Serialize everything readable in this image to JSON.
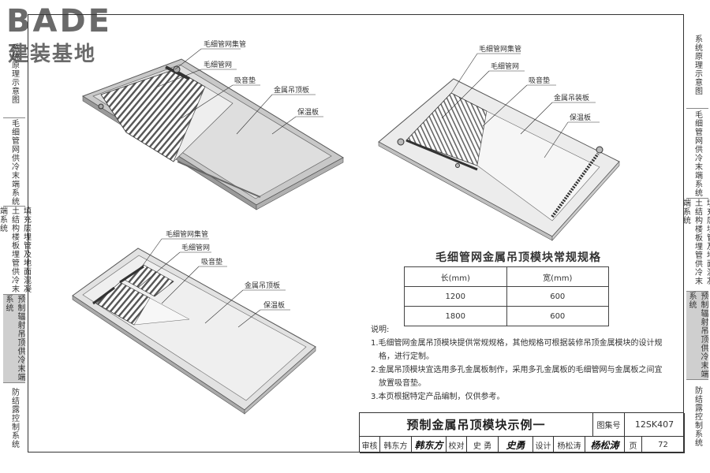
{
  "logo": {
    "latin": "BADE",
    "chinese": "建装基地"
  },
  "sidebar_left": [
    {
      "label": "系统原理示意图"
    },
    {
      "label": "毛细管网供冷末端系统"
    },
    {
      "label": "填充层埋管及地面混凝土结构楼板埋管供冷末端系统"
    },
    {
      "label": "预制辐射吊顶供冷末端系统",
      "active": true
    },
    {
      "label": "防结露控制系统"
    }
  ],
  "sidebar_right": [
    {
      "label": "系统原理示意图"
    },
    {
      "label": "毛细管网供冷末端系统"
    },
    {
      "label": "填充层埋管及地面混凝土结构楼板埋管供冷末端系统"
    },
    {
      "label": "预制辐射吊顶供冷末端系统",
      "active": true
    },
    {
      "label": "防结露控制系统"
    }
  ],
  "callouts": {
    "header_pipe": "毛细管网集管",
    "capillary_mesh": "毛细管网",
    "sound_pad": "吸音垫",
    "metal_panel": "金属吊顶板",
    "metal_panel_b": "金属吊装板",
    "insulation": "保温板"
  },
  "spec": {
    "title": "毛细管网金属吊顶模块常规规格",
    "headers": [
      "长(mm)",
      "宽(mm)"
    ],
    "rows": [
      [
        "1200",
        "600"
      ],
      [
        "1800",
        "600"
      ]
    ]
  },
  "notes": {
    "heading": "说明:",
    "items": [
      "1.毛细管网金属吊顶模块提供常规规格，其他规格可根据装修吊顶金属模块的设计规格，进行定制。",
      "2.金属吊顶模块宜选用多孔金属板制作，采用多孔金属板的毛细管网与金属板之间宜放置吸音垫。",
      "3.本页根据特定产品编制，仅供参考。"
    ]
  },
  "titleblock": {
    "title": "预制金属吊顶模块示例一",
    "atlas_label": "图集号",
    "atlas_no": "12SK407",
    "review_label": "审核",
    "review_name": "韩东方",
    "review_sign": "韩东方",
    "check_label": "校对",
    "check_name": "史 勇",
    "check_sign": "史勇",
    "design_label": "设计",
    "design_name": "杨松涛",
    "design_sign": "杨松涛",
    "page_label": "页",
    "page_no": "72"
  }
}
